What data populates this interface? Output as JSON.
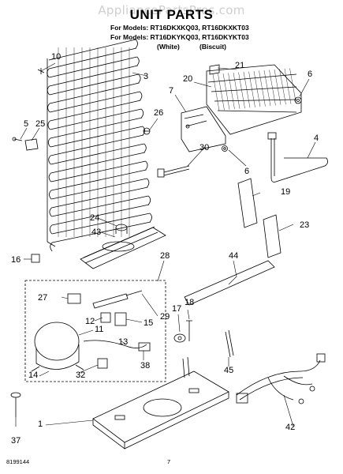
{
  "watermark": "AppliancePartsPros.com",
  "title": "UNIT PARTS",
  "models": {
    "line1": "For Models: RT16DKXKQ03, RT16DKXKT03",
    "line2": "For Models: RT16DKYKQ03, RT16DKYKT03"
  },
  "columns": {
    "white": "(White)",
    "biscuit": "(Biscuit)"
  },
  "footer": {
    "doc_number": "8199144",
    "page_number": "7"
  },
  "callouts": [
    "10",
    "3",
    "21",
    "20",
    "6",
    "7",
    "5",
    "25",
    "26",
    "30",
    "4",
    "6",
    "19",
    "24",
    "43",
    "23",
    "16",
    "28",
    "44",
    "27",
    "29",
    "12",
    "15",
    "17",
    "18",
    "13",
    "11",
    "14",
    "32",
    "38",
    "45",
    "1",
    "42",
    "37"
  ]
}
